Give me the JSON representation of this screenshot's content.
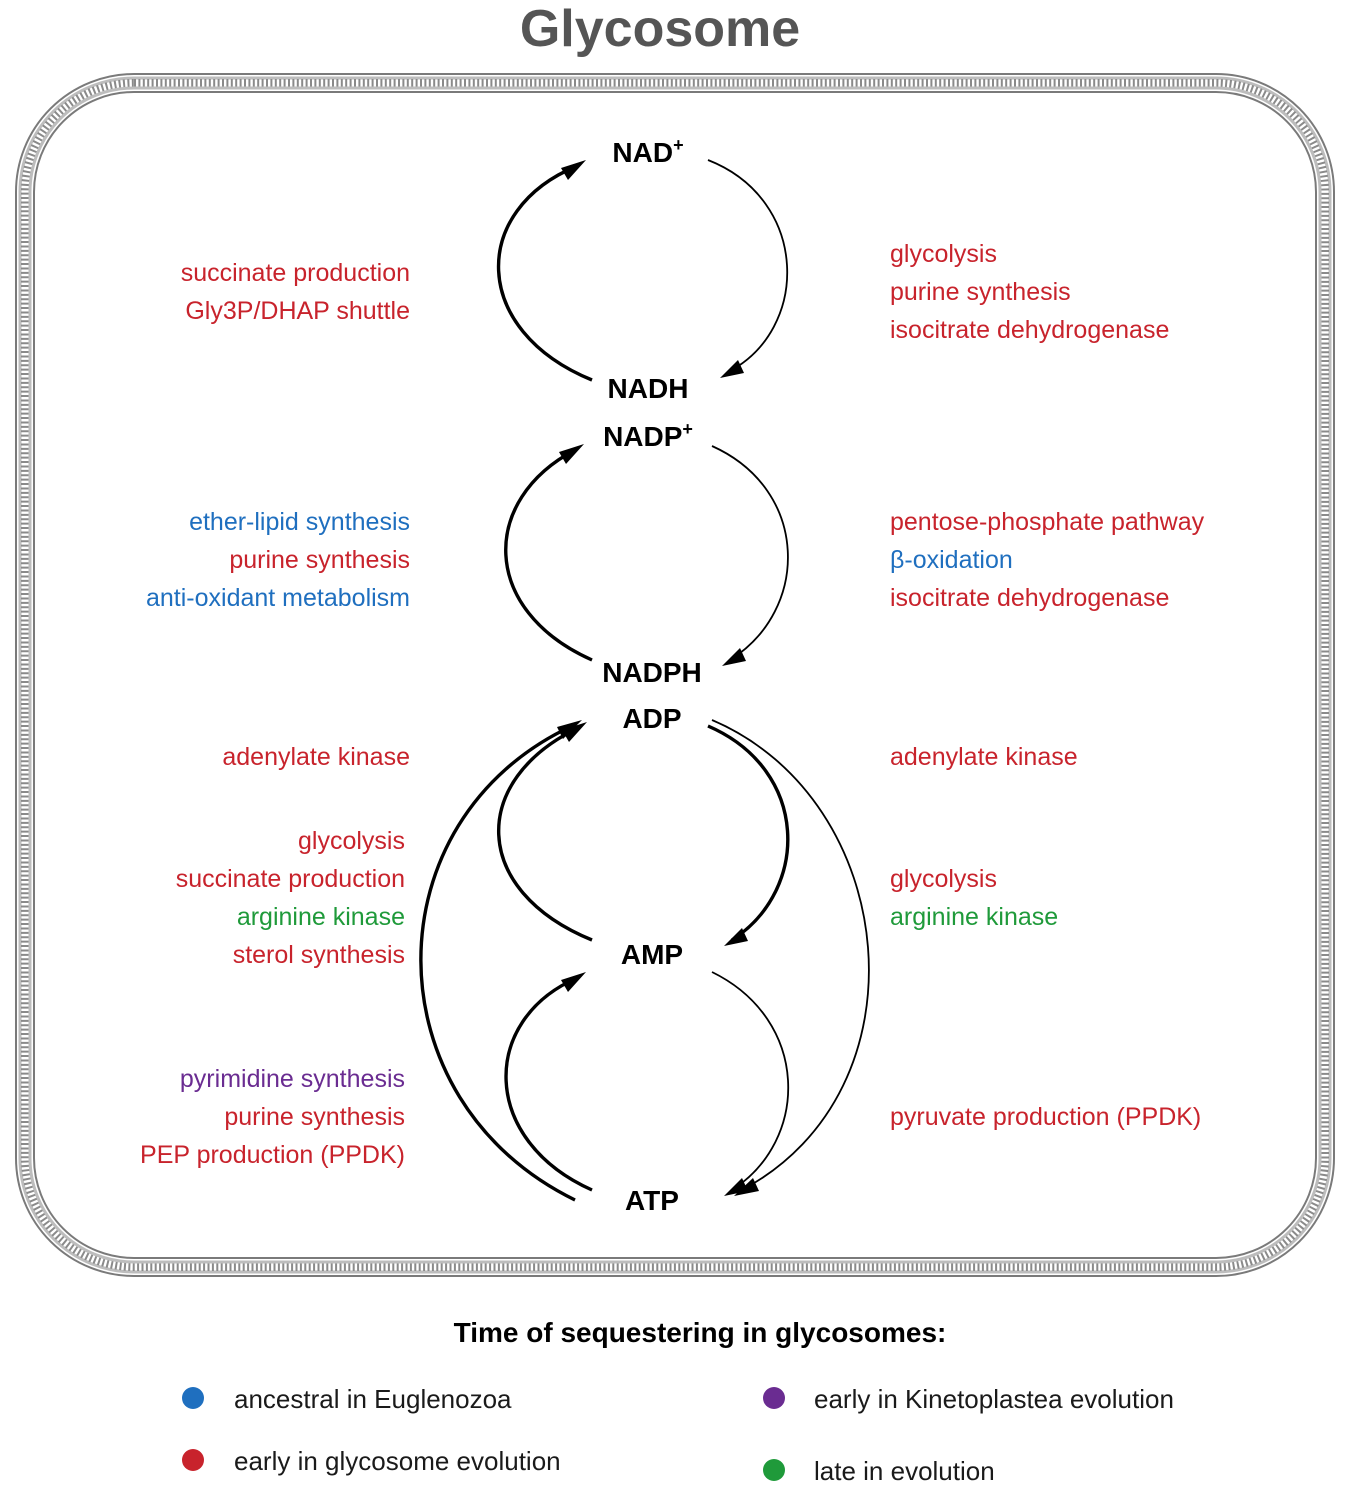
{
  "title": "Glycosome",
  "colors": {
    "ancestral": "#1f6fbf",
    "early_glycosome": "#c8232c",
    "early_kinetoplastea": "#6a2c91",
    "late": "#1f9a3a",
    "membrane": "#8a8a8a",
    "title": "#555555"
  },
  "cofactors": {
    "nad_plus": "NAD",
    "nadh": "NADH",
    "nadp_plus": "NADP",
    "nadph": "NADPH",
    "adp": "ADP",
    "amp": "AMP",
    "atp": "ATP",
    "plus_sign": "+"
  },
  "labels": {
    "nad_left": [
      {
        "text": "succinate production",
        "category": "early_glycosome"
      },
      {
        "text": "Gly3P/DHAP shuttle",
        "category": "early_glycosome"
      }
    ],
    "nad_right": [
      {
        "text": "glycolysis",
        "category": "early_glycosome"
      },
      {
        "text": "purine synthesis",
        "category": "early_glycosome"
      },
      {
        "text": "isocitrate dehydrogenase",
        "category": "early_glycosome"
      }
    ],
    "nadp_left": [
      {
        "text": "ether-lipid synthesis",
        "category": "ancestral"
      },
      {
        "text": "purine synthesis",
        "category": "early_glycosome"
      },
      {
        "text": "anti-oxidant metabolism",
        "category": "ancestral"
      }
    ],
    "nadp_right": [
      {
        "text": "pentose-phosphate pathway",
        "category": "early_glycosome"
      },
      {
        "text": "β-oxidation",
        "category": "ancestral"
      },
      {
        "text": "isocitrate dehydrogenase",
        "category": "early_glycosome"
      }
    ],
    "adp_left": [
      {
        "text": "adenylate kinase",
        "category": "early_glycosome"
      }
    ],
    "adp_right": [
      {
        "text": "adenylate kinase",
        "category": "early_glycosome"
      }
    ],
    "amp_left": [
      {
        "text": "glycolysis",
        "category": "early_glycosome"
      },
      {
        "text": "succinate production",
        "category": "early_glycosome"
      },
      {
        "text": "arginine kinase",
        "category": "late"
      },
      {
        "text": "sterol synthesis",
        "category": "early_glycosome"
      }
    ],
    "amp_right": [
      {
        "text": "glycolysis",
        "category": "early_glycosome"
      },
      {
        "text": "arginine kinase",
        "category": "late"
      }
    ],
    "atp_left": [
      {
        "text": "pyrimidine synthesis",
        "category": "early_kinetoplastea"
      },
      {
        "text": "purine synthesis",
        "category": "early_glycosome"
      },
      {
        "text": "PEP production (PPDK)",
        "category": "early_glycosome"
      }
    ],
    "atp_right": [
      {
        "text": "pyruvate production (PPDK)",
        "category": "early_glycosome"
      }
    ]
  },
  "legend": {
    "title": "Time of sequestering in glycosomes:",
    "items": [
      {
        "text": "ancestral in Euglenozoa",
        "category": "ancestral"
      },
      {
        "text": "early in glycosome evolution",
        "category": "early_glycosome"
      },
      {
        "text": "early in Kinetoplastea evolution",
        "category": "early_kinetoplastea"
      },
      {
        "text": "late in evolution",
        "category": "late"
      }
    ]
  }
}
